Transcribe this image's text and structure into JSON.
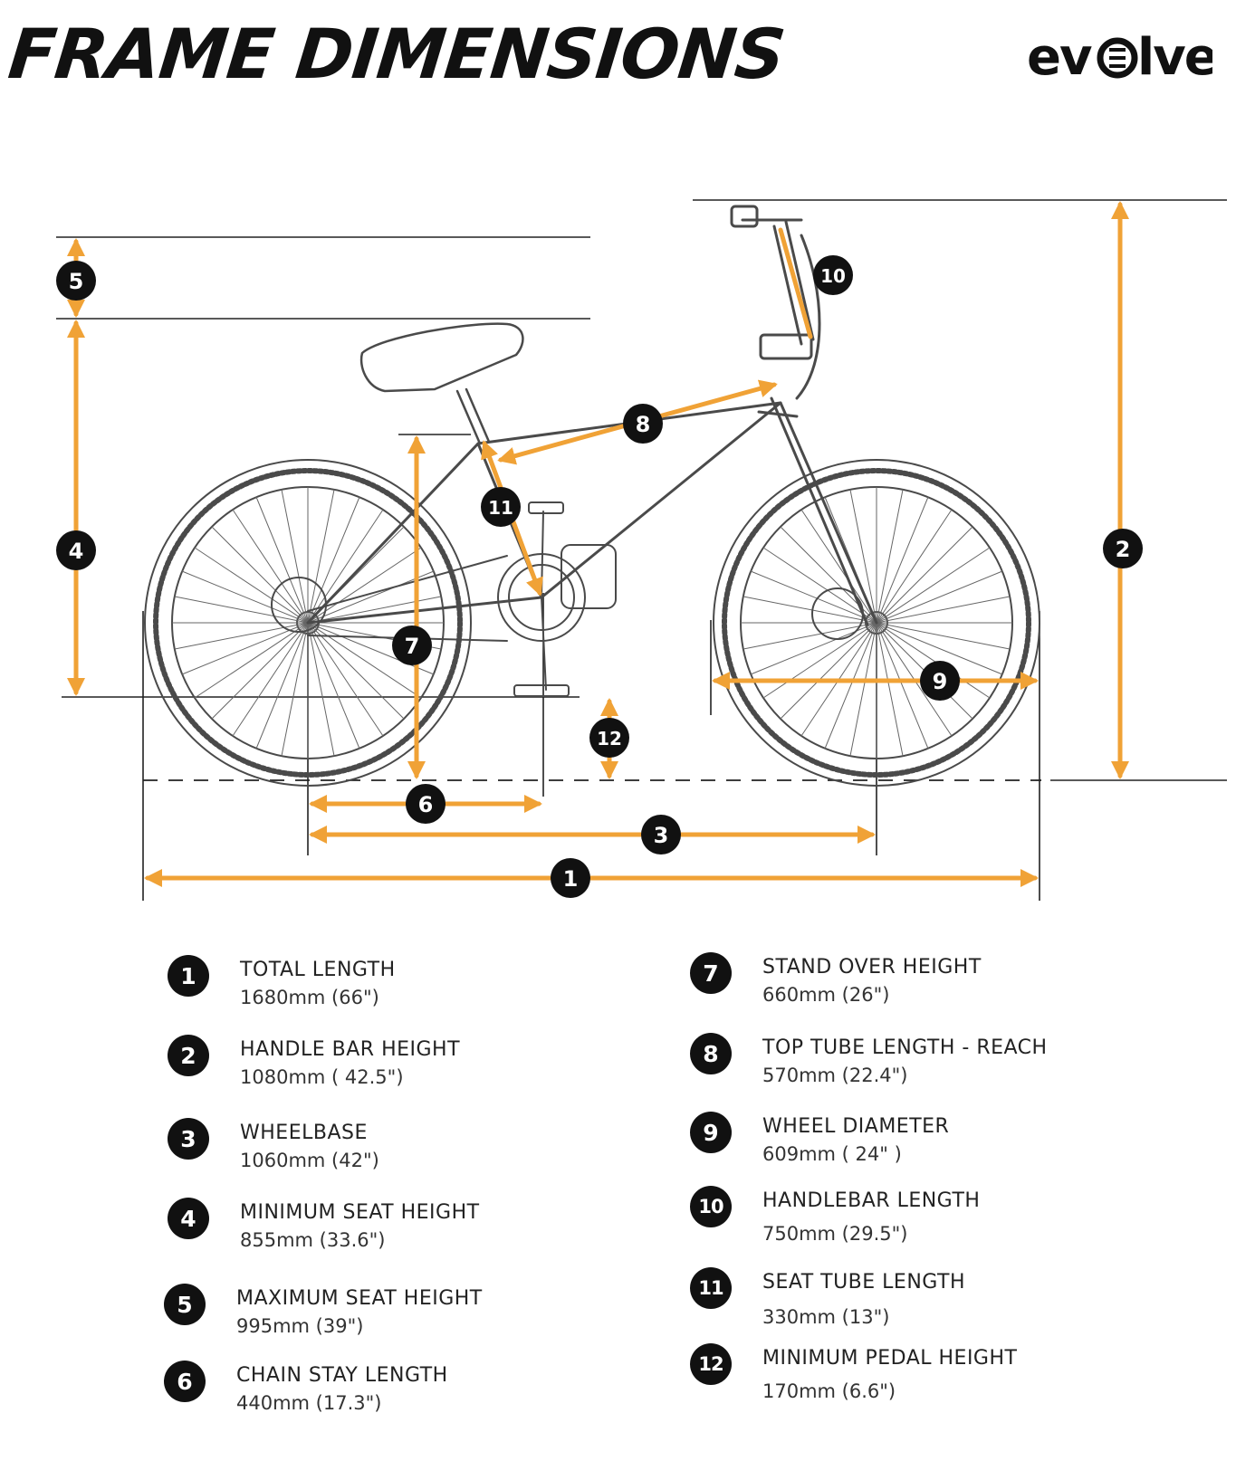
{
  "title": "FRAME DIMENSIONS",
  "brand": "evolve",
  "colors": {
    "accent": "#F0A236",
    "ink": "#111111",
    "outline": "#555555"
  },
  "diagram_markers": [
    "1",
    "2",
    "3",
    "4",
    "5",
    "6",
    "7",
    "8",
    "9",
    "10",
    "11",
    "12"
  ],
  "legend": [
    {
      "num": "1",
      "label": "TOTAL LENGTH",
      "value": "1680mm (66\")"
    },
    {
      "num": "2",
      "label": "HANDLE BAR HEIGHT",
      "value": "1080mm ( 42.5\")"
    },
    {
      "num": "3",
      "label": "WHEELBASE",
      "value": "1060mm (42\")"
    },
    {
      "num": "4",
      "label": "MINIMUM SEAT HEIGHT",
      "value": "855mm (33.6\")"
    },
    {
      "num": "5",
      "label": "MAXIMUM SEAT HEIGHT",
      "value": "995mm (39\")"
    },
    {
      "num": "6",
      "label": "CHAIN STAY LENGTH",
      "value": "440mm (17.3\")"
    },
    {
      "num": "7",
      "label": "STAND OVER HEIGHT",
      "value": "660mm (26\")"
    },
    {
      "num": "8",
      "label": "TOP TUBE LENGTH - REACH",
      "value": "570mm (22.4\")"
    },
    {
      "num": "9",
      "label": "WHEEL DIAMETER",
      "value": "609mm ( 24\" )"
    },
    {
      "num": "10",
      "label": "HANDLEBAR LENGTH",
      "value": "750mm (29.5\")"
    },
    {
      "num": "11",
      "label": "SEAT TUBE LENGTH",
      "value": "330mm (13\")"
    },
    {
      "num": "12",
      "label": "MINIMUM PEDAL HEIGHT",
      "value": "170mm (6.6\")"
    }
  ]
}
